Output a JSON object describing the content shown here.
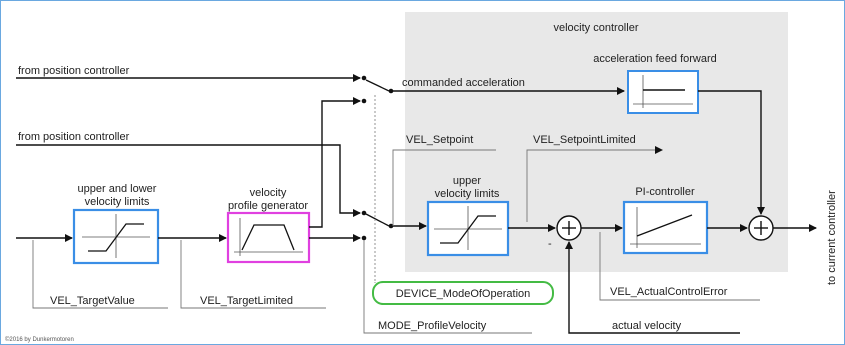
{
  "region": {
    "title": "velocity controller"
  },
  "inputs": {
    "top": "from position controller",
    "middle": "from position controller"
  },
  "signals": {
    "commanded_acceleration": "commanded acceleration",
    "vel_setpoint": "VEL_Setpoint",
    "vel_setpoint_limited": "VEL_SetpointLimited",
    "vel_target_value": "VEL_TargetValue",
    "vel_target_limited": "VEL_TargetLimited",
    "device_mode": "DEVICE_ModeOfOperation",
    "mode_profile_velocity": "MODE_ProfileVelocity",
    "vel_actual_control_error": "VEL_ActualControlError",
    "actual_velocity": "actual velocity",
    "to_current_controller": "to current controller",
    "minus_sign": "-"
  },
  "blocks": {
    "limits": {
      "line1": "upper and lower",
      "line2": "velocity limits"
    },
    "profile": {
      "line1": "velocity",
      "line2": "profile generator"
    },
    "upper": {
      "line1": "upper",
      "line2": "velocity limits"
    },
    "pi": {
      "label": "PI-controller"
    },
    "aff": {
      "label": "acceleration feed forward"
    }
  },
  "colors": {
    "block_border": "#3a8ee6",
    "profile_border": "#e040e0",
    "mode_border": "#44bb44",
    "region_fill": "#e8e8e8",
    "frame_border": "#6aa8e0"
  },
  "copyright": "©2016 by Dunkermotoren"
}
